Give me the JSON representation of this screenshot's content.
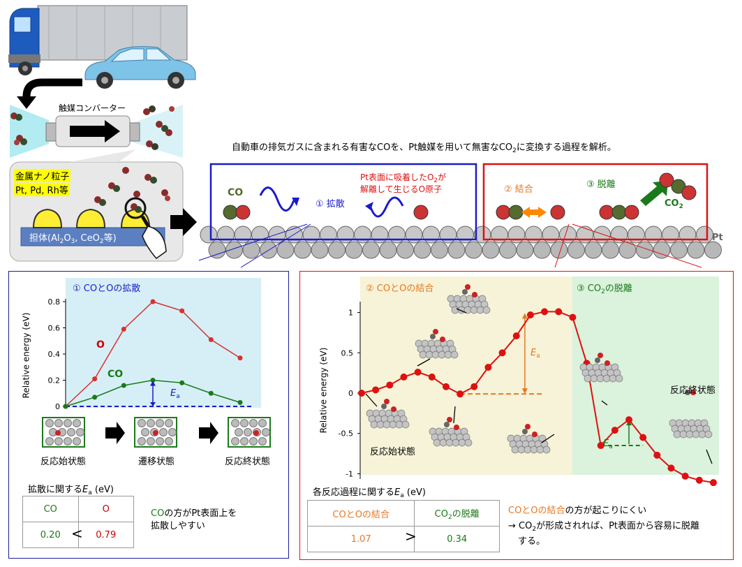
{
  "header": {
    "converter_label": "触媒コンバーター",
    "metal_title": "金属ナノ粒子",
    "metal_list": "Pt, Pd, Rh等",
    "support_label": "担体(Al2O3, CeO2等)",
    "summary": "自動車の排気ガスに含まれる有害なCOを、Pt触媒を用いて無害なCO2に変換する過程を解析。"
  },
  "surface": {
    "co": "CO",
    "o_note_line1": "Pt表面に吸着したO2が",
    "o_note_line2": "解離して生じるO原子",
    "step1": "① 拡散",
    "step2": "② 結合",
    "step3": "③ 脱離",
    "co2": "CO2",
    "pt": "Pt"
  },
  "left_panel": {
    "title": "① COとOの拡散",
    "ylabel": "Relative energy (eV)",
    "series_o": "O",
    "series_co": "CO",
    "ea": "Ea",
    "state_initial": "反応始状態",
    "state_transition": "遷移状態",
    "state_final": "反応終状態",
    "table_title": "拡散に関するEa (eV)",
    "table_head": [
      "CO",
      "O"
    ],
    "table_vals": [
      "0.20",
      "0.79"
    ],
    "compare": "<",
    "note_line1": "COの方がPt表面上を",
    "note_line2": "拡散しやすい",
    "accent_co": "#1a7a1a",
    "accent_o": "#cc0000"
  },
  "right_panel": {
    "title_combine": "② COとOの結合",
    "title_desorb": "③ CO2の脱離",
    "ylabel": "Relative energy (eV)",
    "ea": "Ea",
    "state_initial": "反応始状態",
    "state_final": "反応終状態",
    "table_title": "各反応過程に関するEa (eV)",
    "table_head": [
      "COとOの結合",
      "CO2の脱離"
    ],
    "table_vals": [
      "1.07",
      "0.34"
    ],
    "compare": ">",
    "note_line1": "COとOの結合の方が起こりにくい",
    "note_line2": "→ CO2が形成されれば、Pt表面から容易に脱離",
    "note_line3": "する。",
    "accent_combine": "#e87722",
    "accent_desorb": "#1a7a1a"
  },
  "chart_data": [
    {
      "type": "line",
      "title": "① COとOの拡散",
      "ylabel": "Relative energy (eV)",
      "ylim": [
        0,
        0.8
      ],
      "yticks": [
        "0",
        "0.2",
        "0.4",
        "0.6",
        "0.8"
      ],
      "series": [
        {
          "name": "O",
          "color": "#d93030",
          "values": [
            0,
            0.21,
            0.59,
            0.8,
            0.73,
            0.51,
            0.37
          ]
        },
        {
          "name": "CO",
          "color": "#1a7a1a",
          "values": [
            0,
            0.07,
            0.16,
            0.2,
            0.18,
            0.1,
            0.03
          ]
        }
      ]
    },
    {
      "type": "line",
      "ylabel": "Relative energy (eV)",
      "ylim": [
        -1.1,
        1.1
      ],
      "yticks": [
        "1",
        "0.5",
        "0",
        "-0.5",
        "-1"
      ],
      "series": [
        {
          "name": "",
          "color": "#dd1111",
          "values": [
            0,
            0.04,
            0.1,
            0.2,
            0.26,
            0.2,
            0.08,
            -0.01,
            0.08,
            0.32,
            0.5,
            0.71,
            0.97,
            1.01,
            1.01,
            0.94,
            0.37,
            -0.65,
            -0.46,
            -0.33,
            -0.55,
            -0.77,
            -0.93,
            -1.03,
            -1.08,
            -1.11
          ]
        }
      ]
    }
  ]
}
